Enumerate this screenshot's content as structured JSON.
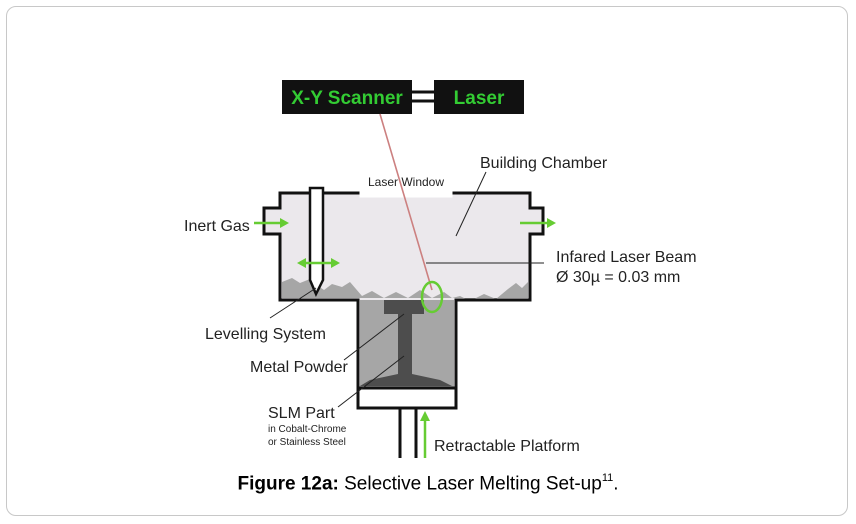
{
  "diagram": {
    "scanner_label": "X-Y Scanner",
    "laser_label": "Laser",
    "laser_window": "Laser Window",
    "building_chamber": "Building Chamber",
    "inert_gas": "Inert Gas",
    "beam_label_line1": "Infared Laser Beam",
    "beam_label_line2": "Ø 30µ = 0.03 mm",
    "levelling_system": "Levelling System",
    "metal_powder": "Metal Powder",
    "slm_part": "SLM Part",
    "slm_material_line1": "in Cobalt-Chrome",
    "slm_material_line2": "or Stainless Steel",
    "retractable_platform": "Retractable Platform"
  },
  "caption": {
    "label": "Figure 12a:",
    "text": " Selective Laser Melting Set-up",
    "ref": "11",
    "end": "."
  },
  "colors": {
    "label_box": "#111111",
    "label_text": "#33cc33",
    "arrow_green": "#66cc33",
    "beam": "#cc8080",
    "chamber_fill": "#ebe8ec",
    "powder": "#a6a6a6",
    "part": "#4d4d4d"
  }
}
